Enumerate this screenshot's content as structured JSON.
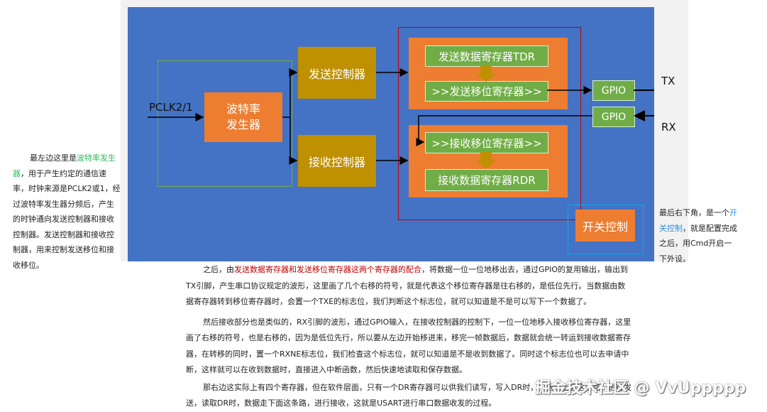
{
  "diagram": {
    "pclk": "PCLK2/1",
    "baud": "波特率\n发生器",
    "tx_ctrl": "发送控制器",
    "rx_ctrl": "接收控制器",
    "tdr": "发送数据寄存器TDR",
    "tx_shift": ">>发送移位寄存器>>",
    "rx_shift": ">>接收移位寄存器>>",
    "rdr": "接收数据寄存器RDR",
    "gpio_tx": "GPIO",
    "gpio_rx": "GPIO",
    "tx": "TX",
    "rx": "RX",
    "switch": "开关控制"
  },
  "left_note": {
    "a": "最左边这里是",
    "link": "波特率发生器",
    "b": "，用于产生约定的通信速率，时钟来源是PCLK2或1，经过波特率发生器分频后，产生的时钟通向发送控制器和接收控制器。发送控制器和接收控制器，用来控制发送移位和接收移位。"
  },
  "right_note": {
    "a": "最后右下角，是一个",
    "link": "开关控制",
    "b": "，就是配置完成之后，用Cmd开启一下外设。"
  },
  "para1": {
    "a": "之后，由",
    "red": "发送数据寄存器和发送移位寄存器这两个寄存器的配合",
    "b": "，将数据一位一位地移出去，通过GPIO的复用输出，输出到TX引脚，产生串口协议规定的波形，这里画了几个右移的符号，就是代表这个移位寄存器是往右移的，是低位先行。当数据由数据寄存器转到移位寄存器时，会置一个TXE的标志位，我们判断这个标志位，就可以知道是不是可以写下一个数据了。"
  },
  "para2": "然后接收部分也是类似的，RX引脚的波形，通过GPIO输入，在接收控制器的控制下，一位一位地移入接收移位寄存器，这里画了右移的符号，也是右移的，因为是低位先行，所以要从左边开始移进来，移完一帧数据后，数据就会统一转运到接收数据寄存器，在转移的同时，置一个RXNE标志位，我们检查这个标志位，就可以知道是不是收到数据了。同时这个标志位也可以去申请中断，这样就可以在收到数据时，直接进入中断函数，然后快速地读取和保存数据。",
  "para3": "那右边这实际上有四个寄存器，但在软件层面，只有一个DR寄存器可以供我们读写，写入DR时，数据走上面这条路，进行发送，读取DR时，数据走下面这条路，进行接收，这就是USART进行串口数据收发的过程。",
  "watermark": "掘金技术社区 @ VvUppppp"
}
